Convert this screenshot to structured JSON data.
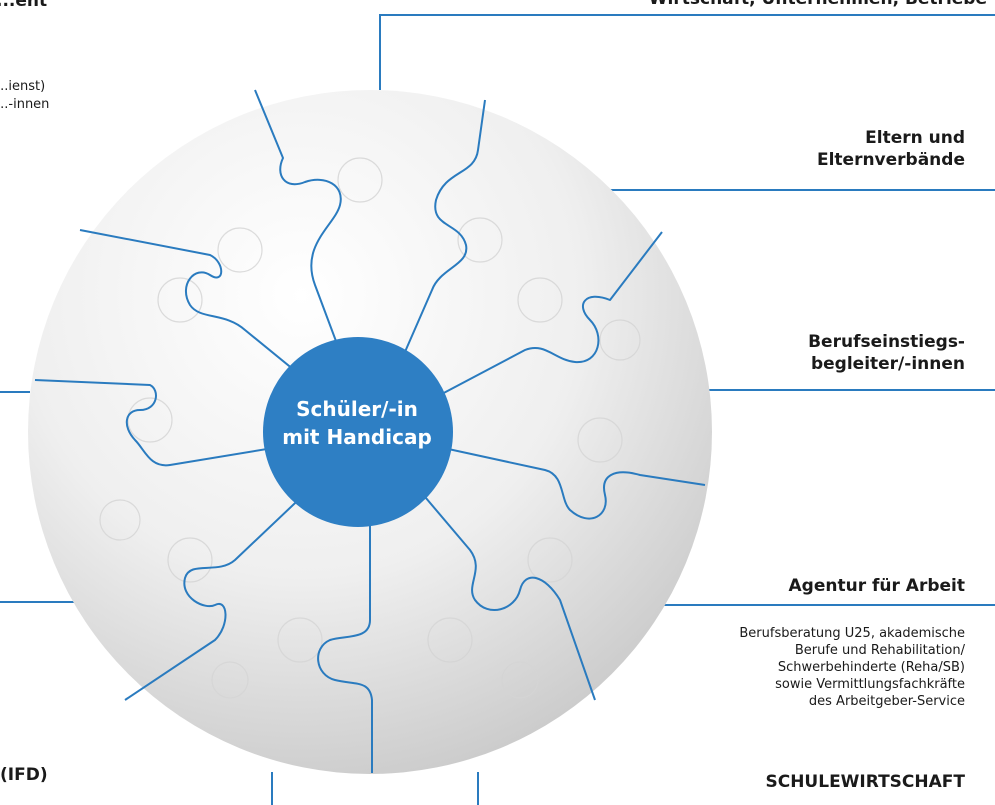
{
  "center": {
    "line1": "Schüler/-in",
    "line2": "mit Handicap"
  },
  "partners": {
    "top_left_title": "...ent",
    "top_left_desc1": "...ienst)",
    "top_left_desc2": "...-innen",
    "top_right_title": "Wirtschaft, Unternehmen, Betriebe",
    "eltern_1": "Eltern und",
    "eltern_2": "Elternverbände",
    "beruf_1": "Berufseinstiegs-",
    "beruf_2": "begleiter/-innen",
    "agentur": "Agentur für Arbeit",
    "agentur_desc": [
      "Berufsberatung U25, akademische",
      "Berufe und Rehabilitation/",
      "Schwerbehinderte (Reha/SB)",
      "sowie Vermittlungsfachkräfte",
      "des Arbeitgeber-Service"
    ],
    "ifd": "(IFD)",
    "schulewirtschaft": "SCHULEWIRTSCHAFT"
  },
  "colors": {
    "accent": "#2a7bbf",
    "hub": "#2e7fc4",
    "ball": "#e9e9e9"
  }
}
